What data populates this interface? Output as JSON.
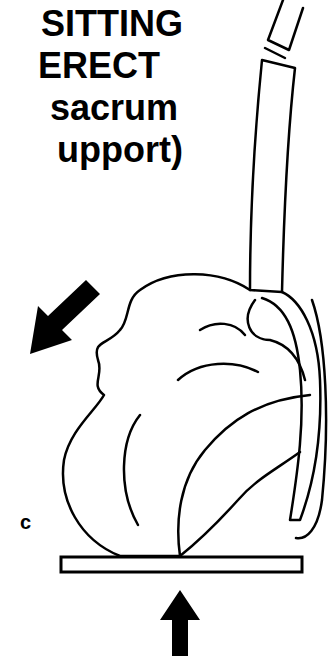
{
  "diagram": {
    "labels": [
      "SITTING",
      "ERECT",
      "sacrum",
      "upport)",
      "c"
    ]
  }
}
